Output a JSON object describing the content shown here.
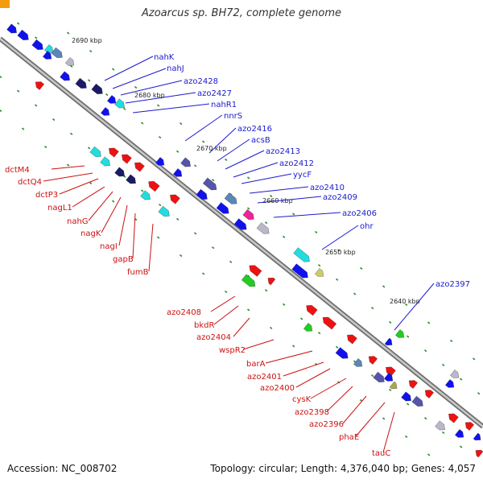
{
  "title": "Azoarcus sp. BH72, complete genome",
  "footer": {
    "accession": "Accession: NC_008702",
    "summary": "Topology: circular; Length: 4,376,040 bp; Genes: 4,057"
  },
  "colors": {
    "forward_label": "#1a1acc",
    "reverse_label": "#cc1111",
    "backbone": "#9a9a9a",
    "gc_skew": "#2a8a2a"
  },
  "ticks": [
    "2690 kbp",
    "2680 kbp",
    "2670 kbp",
    "2660 kbp",
    "2650 kbp",
    "2640 kbp"
  ],
  "forward_genes": [
    "nahK",
    "nahJ",
    "azo2428",
    "azo2427",
    "nahR1",
    "nnrS",
    "azo2416",
    "acsB",
    "azo2413",
    "azo2412",
    "yycF",
    "azo2410",
    "azo2409",
    "azo2406",
    "ohr",
    "azo2397"
  ],
  "reverse_genes": [
    "dctM4",
    "dctQ4",
    "dctP3",
    "nagL1",
    "nahG",
    "nagK",
    "nagI",
    "gapB",
    "fumB",
    "azo2408",
    "bkdR",
    "azo2404",
    "wspR2",
    "barA",
    "azo2401",
    "azo2400",
    "cysK",
    "azo2398",
    "azo2396",
    "phaE",
    "tauC"
  ]
}
